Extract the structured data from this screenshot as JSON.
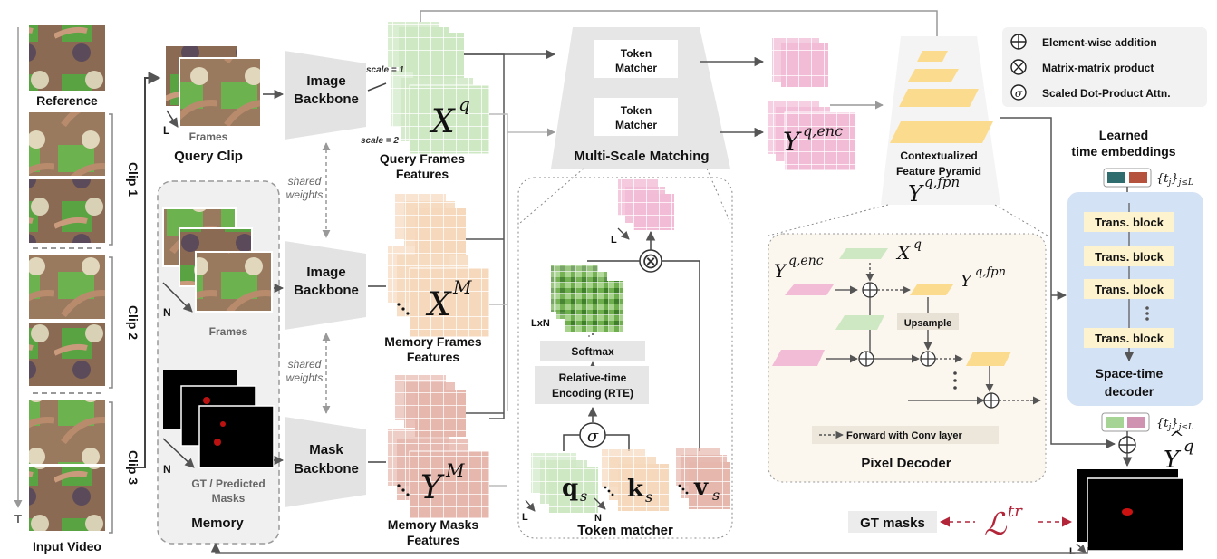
{
  "left": {
    "reference": "Reference",
    "input_video": "Input Video",
    "time_axis": "T",
    "clips": [
      "Clip 1",
      "Clip 2",
      "Clip 3"
    ]
  },
  "query": {
    "frames": "Frames",
    "title": "Query Clip",
    "l_label": "L"
  },
  "memory": {
    "frames": "Frames",
    "masks_line1": "GT / Predicted",
    "masks_line2": "Masks",
    "title": "Memory",
    "n_label": "N"
  },
  "backbones": {
    "image_line1": "Image",
    "image_line2": "Backbone",
    "mask_line1": "Mask",
    "mask_line2": "Backbone",
    "shared_line1": "shared",
    "shared_line2": "weights"
  },
  "features": {
    "scale1": "scale = 1",
    "scale2": "scale = 2",
    "query_line1": "Query Frames",
    "query_line2": "Features",
    "memory_frames_line1": "Memory Frames",
    "memory_frames_line2": "Features",
    "memory_masks_line1": "Memory Masks",
    "memory_masks_line2": "Features",
    "xq": "X",
    "xq_sup": "q",
    "xm": "X",
    "xm_sup": "M",
    "ym": "Y",
    "ym_sup": "M"
  },
  "matching": {
    "token_matcher_1a": "Token",
    "token_matcher_1b": "Matcher",
    "token_matcher_2a": "Token",
    "token_matcher_2b": "Matcher",
    "title": "Multi-Scale Matching",
    "yenc": "Y",
    "yenc_sup": "q,enc"
  },
  "token_matcher": {
    "softmax": "Softmax",
    "rte_line1": "Relative-time",
    "rte_line2": "Encoding (RTE)",
    "title": "Token matcher",
    "lxn": "LxN",
    "l_top": "L",
    "sigma": "σ",
    "times": "⊗",
    "q": "q",
    "k": "k",
    "v": "v",
    "sub": "s",
    "l_bot": "L"
  },
  "pyramid": {
    "line1": "Contextualized",
    "line2": "Feature Pyramid",
    "y": "Y",
    "y_sup": "q,fpn"
  },
  "pixel_decoder": {
    "yenc": "Y",
    "yenc_sup": "q,enc",
    "xq": "X",
    "xq_sup": "q",
    "yfpn": "Y",
    "yfpn_sup": "q,fpn",
    "upsample": "Upsample",
    "legend": "Forward with Conv layer",
    "title": "Pixel Decoder"
  },
  "legend": {
    "addition": "Element-wise addition",
    "product": "Matrix-matrix product",
    "attention": "Scaled Dot-Product Attn."
  },
  "decoder": {
    "embed_line1": "Learned",
    "embed_line2": "time embeddings",
    "t_top": "{t",
    "t_top_sub": "j",
    "t_top_end": "}",
    "t_top_range": "j≤L",
    "blocks": [
      "Trans. block",
      "Trans. block",
      "Trans. block",
      "Trans. block"
    ],
    "title_line1": "Space-time",
    "title_line2": "decoder",
    "t_bot": "{t",
    "t_bot_sub": "j",
    "t_bot_end": "}",
    "t_bot_range": "j≤L"
  },
  "output": {
    "yhat": "Y",
    "yhat_sup": "q",
    "gt_masks": "GT masks",
    "loss": "ℒ",
    "loss_sup": "tr",
    "l_label": "L"
  },
  "colors": {
    "green": "#cfe8c4",
    "peach": "#f6d9bd",
    "rose": "#e6b7ad",
    "pink": "#f2bcd6",
    "yellow": "#fbdc8e",
    "blue_panel": "#d4e2f5",
    "loss_red": "#b3263a"
  }
}
